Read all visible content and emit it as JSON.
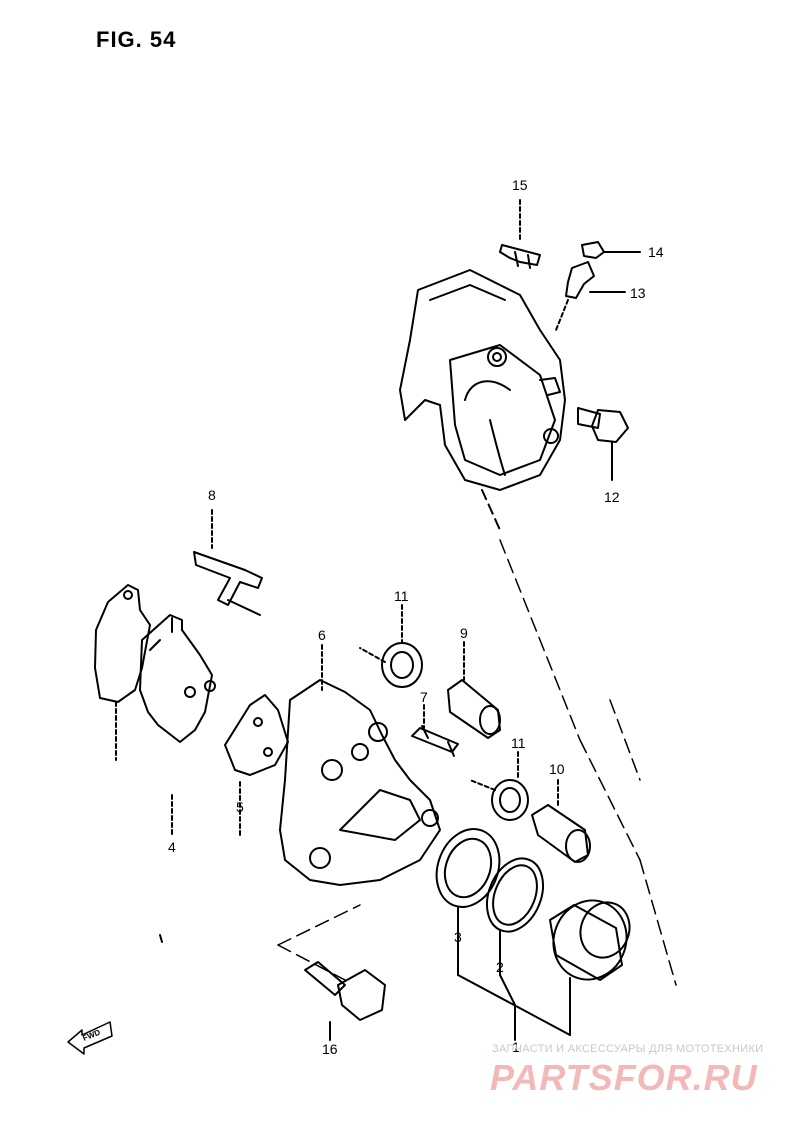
{
  "figure": {
    "title": "FIG. 54"
  },
  "callouts": [
    {
      "id": "c1",
      "text": "1"
    },
    {
      "id": "c2",
      "text": "2"
    },
    {
      "id": "c3",
      "text": "3"
    },
    {
      "id": "c4",
      "text": "4"
    },
    {
      "id": "c5",
      "text": "5"
    },
    {
      "id": "c6",
      "text": "6"
    },
    {
      "id": "c7",
      "text": "7"
    },
    {
      "id": "c8",
      "text": "8"
    },
    {
      "id": "c9",
      "text": "9"
    },
    {
      "id": "c10",
      "text": "10"
    },
    {
      "id": "c11a",
      "text": "11"
    },
    {
      "id": "c11b",
      "text": "11"
    },
    {
      "id": "c12",
      "text": "12"
    },
    {
      "id": "c13",
      "text": "13"
    },
    {
      "id": "c14",
      "text": "14"
    },
    {
      "id": "c15",
      "text": "15"
    },
    {
      "id": "c16",
      "text": "16"
    }
  ],
  "direction_marker": {
    "text": "FWD"
  },
  "watermark": {
    "tagline": "ЗАПЧАСТИ И АКСЕССУАРЫ ДЛЯ МОТОТЕХНИКИ",
    "brand": "PARTSFOR.RU"
  }
}
